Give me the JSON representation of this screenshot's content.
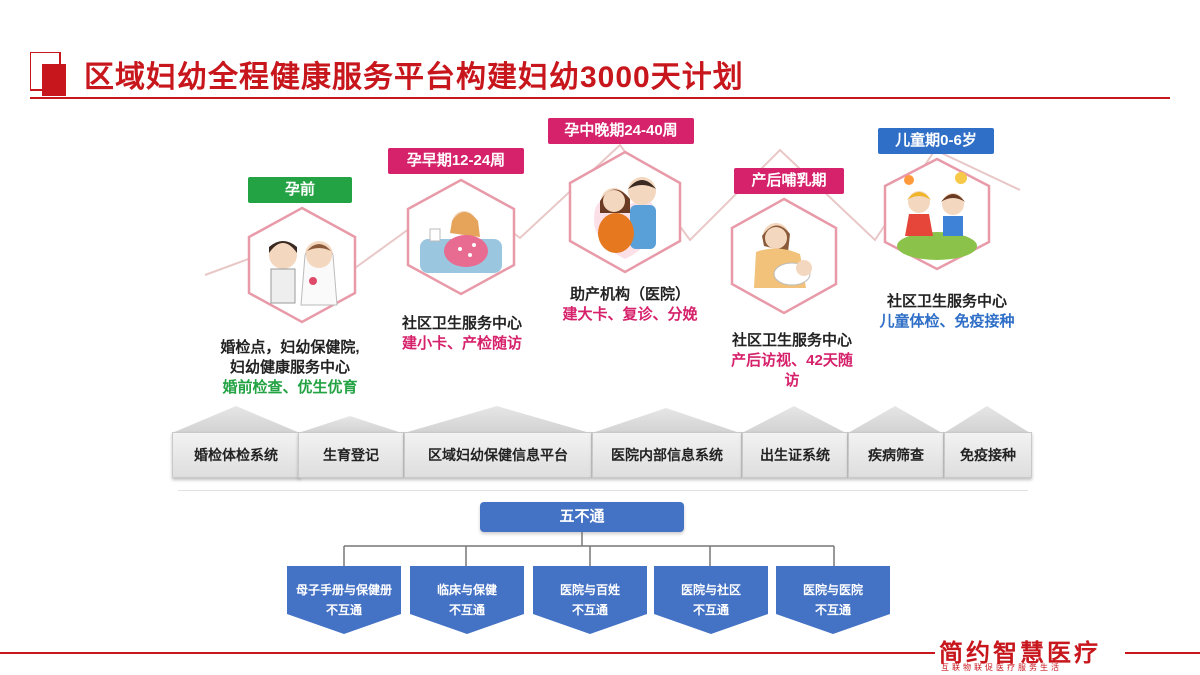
{
  "title": "区域妇幼全程健康服务平台构建妇幼3000天计划",
  "colors": {
    "brand_red": "#c8161d",
    "green": "#23a343",
    "magenta": "#d6216b",
    "blue": "#2f6fc7",
    "node_blue": "#4472c4"
  },
  "stages": [
    {
      "tag": "孕前",
      "icon": "wedding-couple-illustration",
      "caption_lines": [
        "婚检点，妇幼保健院,",
        "妇幼健康服务中心"
      ],
      "highlight": "婚前检查、优生优育",
      "color": "#23a343"
    },
    {
      "tag": "孕早期12-24周",
      "icon": "pregnant-woman-illustration",
      "caption_lines": [
        "社区卫生服务中心"
      ],
      "highlight": "建小卡、产检随访",
      "color": "#d6216b"
    },
    {
      "tag": "孕中晚期24-40周",
      "icon": "expecting-couple-illustration",
      "caption_lines": [
        "助产机构（医院）"
      ],
      "highlight": "建大卡、复诊、分娩",
      "color": "#d6216b"
    },
    {
      "tag": "产后哺乳期",
      "icon": "breastfeeding-mother-illustration",
      "caption_lines": [
        "社区卫生服务中心"
      ],
      "highlight_lines": [
        "产后访视、42天随",
        "访"
      ],
      "color": "#d6216b"
    },
    {
      "tag": "儿童期0-6岁",
      "icon": "children-playing-illustration",
      "caption_lines": [
        "社区卫生服务中心"
      ],
      "highlight": "儿童体检、免疫接种",
      "color": "#2f6fc7"
    }
  ],
  "systems": [
    "婚检体检系统",
    "生育登记",
    "区域妇幼保健信息平台",
    "医院内部信息系统",
    "出生证系统",
    "疾病筛查",
    "免疫接种"
  ],
  "five_no": {
    "root": "五不通",
    "items": [
      {
        "line1": "母子手册与保健册",
        "line2": "不互通"
      },
      {
        "line1": "临床与保健",
        "line2": "不互通"
      },
      {
        "line1": "医院与百姓",
        "line2": "不互通"
      },
      {
        "line1": "医院与社区",
        "line2": "不互通"
      },
      {
        "line1": "医院与医院",
        "line2": "不互通"
      }
    ]
  },
  "logo": {
    "main": "简约智慧医疗",
    "sub": "互联物联促医疗服务生活"
  }
}
